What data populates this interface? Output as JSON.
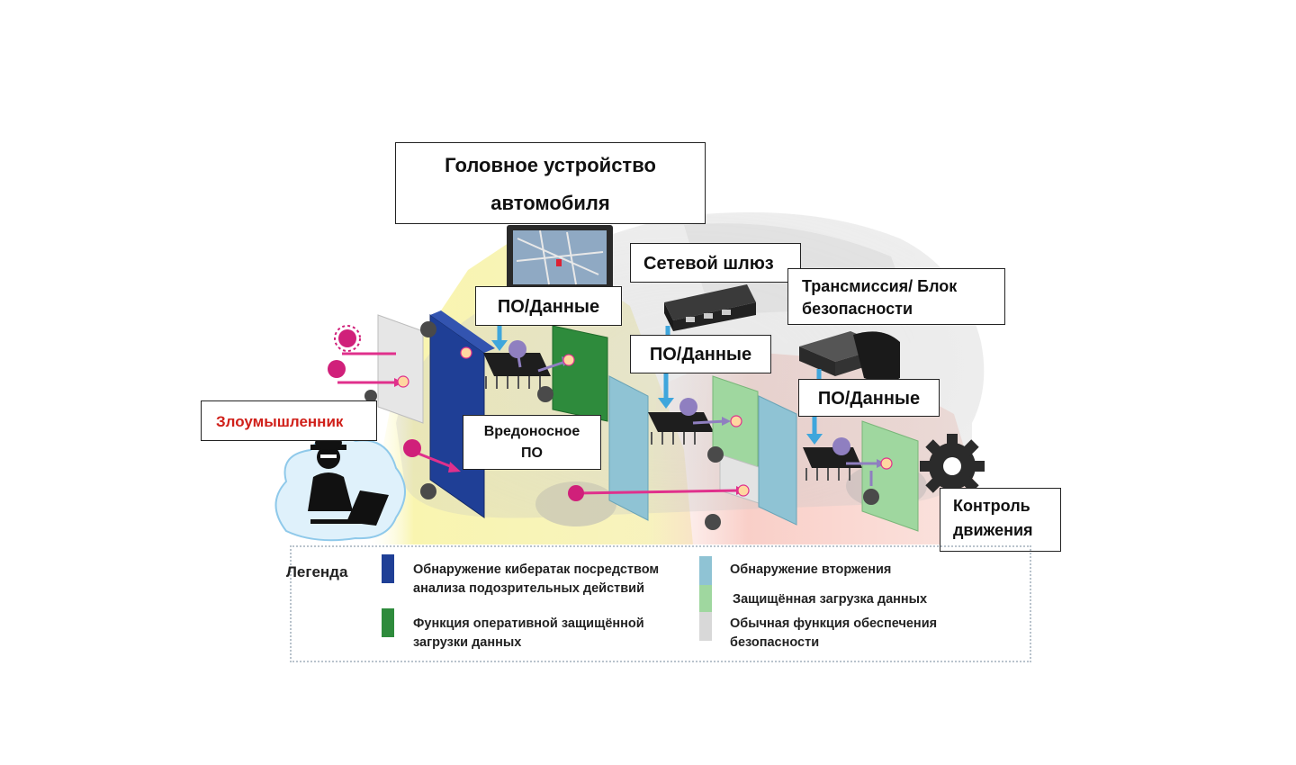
{
  "labels": {
    "head_unit_line1": "Головное устройство",
    "head_unit_line2": "автомобиля",
    "gateway": "Сетевой шлюз",
    "transmission_line1": "Трансмиссия/ Блок",
    "transmission_line2": "безопасности",
    "sw_data_1": "ПО/Данные",
    "sw_data_2": "ПО/Данные",
    "sw_data_3": "ПО/Данные",
    "attacker": "Злоумышленник",
    "malware_line1": "Вредоносное",
    "malware_line2": "ПО",
    "motion_control_line1": "Контроль",
    "motion_control_line2": "движения"
  },
  "legend": {
    "title": "Легенда",
    "items": [
      {
        "line1": "Обнаружение кибератак посредством",
        "line2": "анализа подозрительных  действий",
        "color": "#1f3f96"
      },
      {
        "line1": "Функция оперативной защищённой",
        "line2": "загрузки данных",
        "color": "#2e8b3c"
      },
      {
        "line1": "Обнаружение вторжения",
        "line2": "",
        "color": "#8fc3d4"
      },
      {
        "line1": "Защищённая загрузка данных",
        "line2": "",
        "color": "#9fd79f"
      },
      {
        "line1": "Обычная функция обеспечения",
        "line2": "безопасности",
        "color": "#d8d8d8"
      }
    ]
  },
  "colors": {
    "attack_arrow": "#e0308c",
    "blocked_arrow": "#8f7fc0",
    "data_arrow": "#3fa6dc",
    "attacker_label": "#d0201a",
    "zone_yellow": "#fbf7b8",
    "zone_red": "#fbd6d0"
  },
  "icons": [
    "virus-icon",
    "gear-icon",
    "hacker-icon",
    "chip-icon",
    "shield-icon"
  ]
}
